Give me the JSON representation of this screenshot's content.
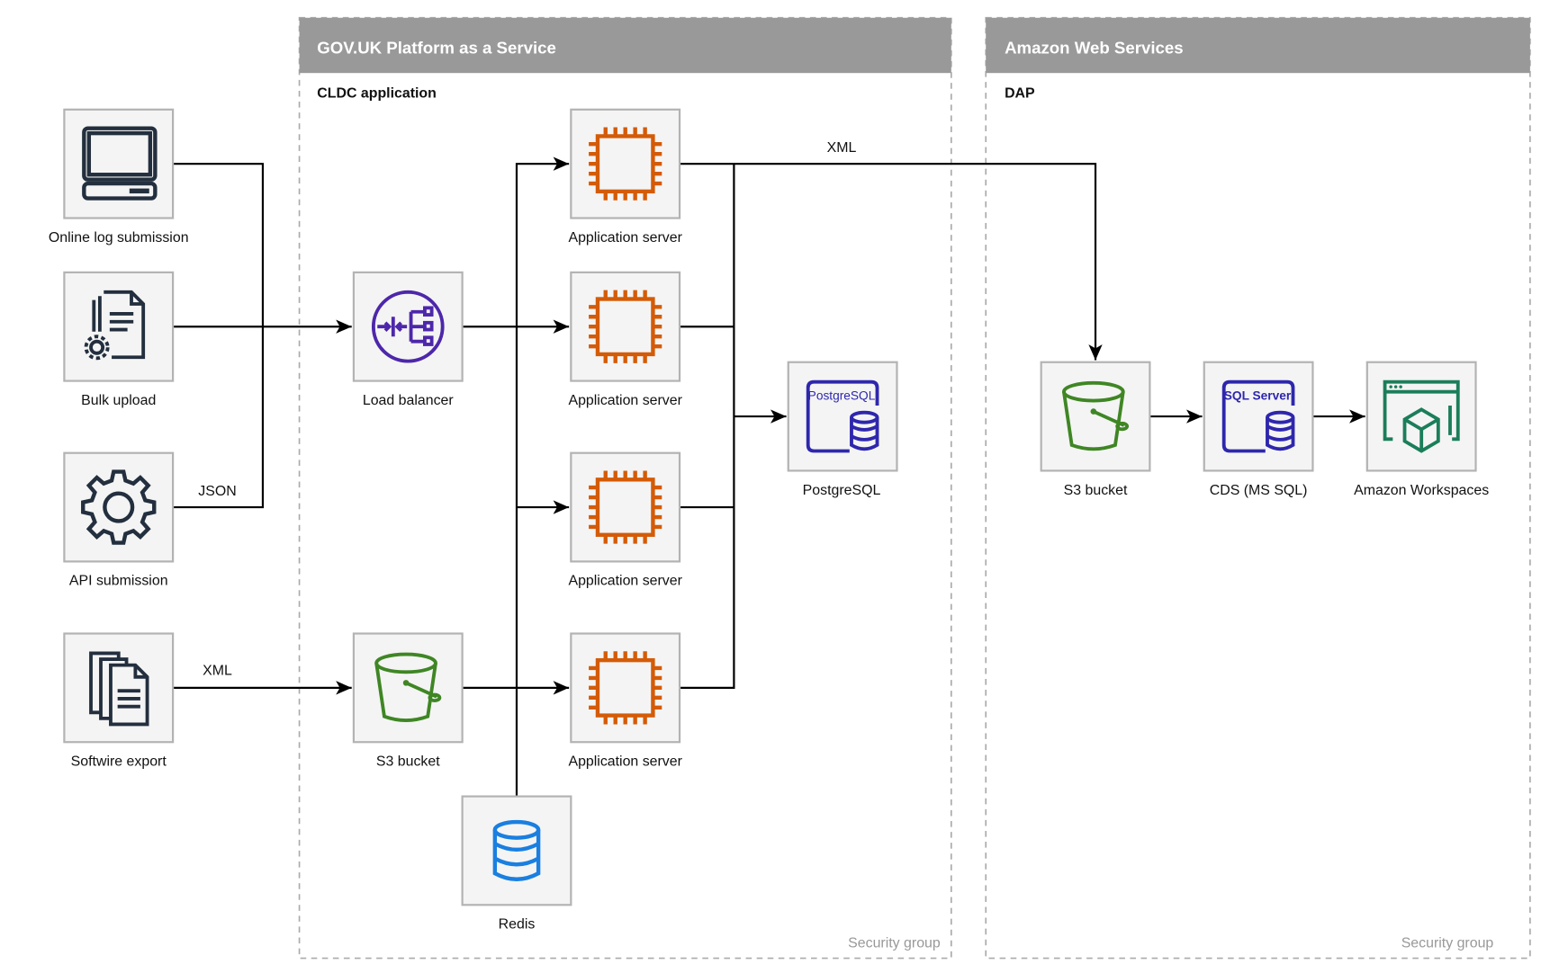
{
  "groups": {
    "paas": {
      "title": "GOV.UK Platform as a Service",
      "subtitle": "CLDC application",
      "footer": "Security group"
    },
    "aws": {
      "title": "Amazon Web Services",
      "subtitle": "DAP",
      "footer": "Security group"
    }
  },
  "nodes": {
    "online_log": {
      "label": "Online log submission",
      "icon": "computer-icon"
    },
    "bulk_upload": {
      "label": "Bulk upload",
      "icon": "document-gear-icon"
    },
    "api_submission": {
      "label": "API submission",
      "icon": "gear-icon"
    },
    "softwire_export": {
      "label": "Softwire export",
      "icon": "documents-icon"
    },
    "load_balancer": {
      "label": "Load balancer",
      "icon": "load-balancer-icon"
    },
    "s3_paas": {
      "label": "S3 bucket",
      "icon": "bucket-icon"
    },
    "redis": {
      "label": "Redis",
      "icon": "database-icon"
    },
    "app_servers": [
      {
        "label": "Application server",
        "icon": "chip-icon"
      },
      {
        "label": "Application server",
        "icon": "chip-icon"
      },
      {
        "label": "Application server",
        "icon": "chip-icon"
      },
      {
        "label": "Application server",
        "icon": "chip-icon"
      }
    ],
    "postgres": {
      "label": "PostgreSQL",
      "icon": "postgresql-icon",
      "logo_text": "PostgreSQL"
    },
    "s3_aws": {
      "label": "S3 bucket",
      "icon": "bucket-icon"
    },
    "cds": {
      "label": "CDS (MS SQL)",
      "icon": "sql-server-icon",
      "logo_text": "SQL Server"
    },
    "workspaces": {
      "label": "Amazon Workspaces",
      "icon": "workspaces-icon"
    }
  },
  "edge_labels": {
    "json": "JSON",
    "xml_softwire": "XML",
    "xml_dap": "XML"
  },
  "colors": {
    "header": "#999999",
    "compute": "#D45B07",
    "network": "#4D27AA",
    "storage": "#3F8624",
    "database": "#2E27AD",
    "redis": "#1A7FE0",
    "workspaces": "#1B7E5A",
    "general": "#232F3E"
  }
}
